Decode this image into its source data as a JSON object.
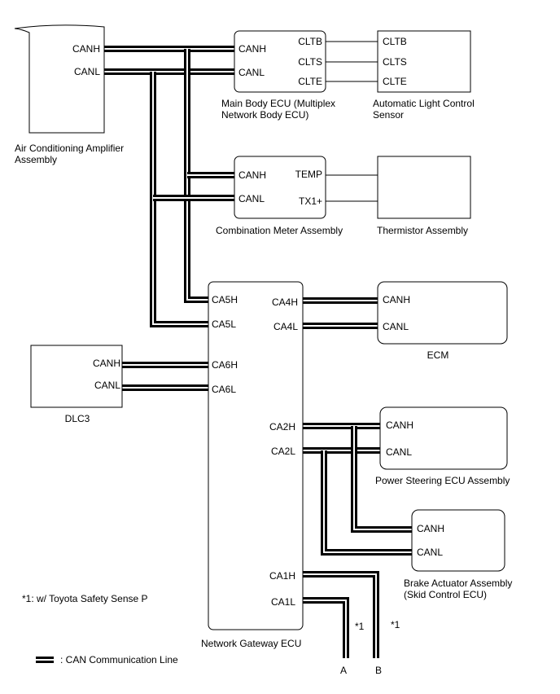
{
  "components": {
    "aircon": {
      "name_line1": "Air Conditioning Amplifier",
      "name_line2": "Assembly",
      "canh": "CANH",
      "canl": "CANL"
    },
    "main_body": {
      "name_line1": "Main Body ECU (Multiplex",
      "name_line2": "Network Body ECU)",
      "canh": "CANH",
      "canl": "CANL",
      "cltb": "CLTB",
      "clts": "CLTS",
      "clte": "CLTE"
    },
    "auto_light": {
      "name_line1": "Automatic Light Control",
      "name_line2": "Sensor",
      "cltb": "CLTB",
      "clts": "CLTS",
      "clte": "CLTE"
    },
    "combo_meter": {
      "name": "Combination Meter Assembly",
      "canh": "CANH",
      "canl": "CANL",
      "temp": "TEMP",
      "tx1": "TX1+"
    },
    "thermistor": {
      "name": "Thermistor Assembly"
    },
    "gateway": {
      "name": "Network Gateway ECU",
      "ca5h": "CA5H",
      "ca5l": "CA5L",
      "ca6h": "CA6H",
      "ca6l": "CA6L",
      "ca4h": "CA4H",
      "ca4l": "CA4L",
      "ca2h": "CA2H",
      "ca2l": "CA2L",
      "ca1h": "CA1H",
      "ca1l": "CA1L"
    },
    "ecm": {
      "name": "ECM",
      "canh": "CANH",
      "canl": "CANL"
    },
    "dlc3": {
      "name": "DLC3",
      "canh": "CANH",
      "canl": "CANL"
    },
    "power_steering": {
      "name": "Power Steering ECU Assembly",
      "canh": "CANH",
      "canl": "CANL"
    },
    "brake_actuator": {
      "name_line1": "Brake Actuator Assembly",
      "name_line2": "(Skid Control ECU)",
      "canh": "CANH",
      "canl": "CANL"
    }
  },
  "connectors": {
    "a": "A",
    "b": "B",
    "mark_a": "*1",
    "mark_b": "*1"
  },
  "notes": {
    "footnote": "*1: w/ Toyota Safety Sense P",
    "legend": ": CAN Communication Line"
  }
}
